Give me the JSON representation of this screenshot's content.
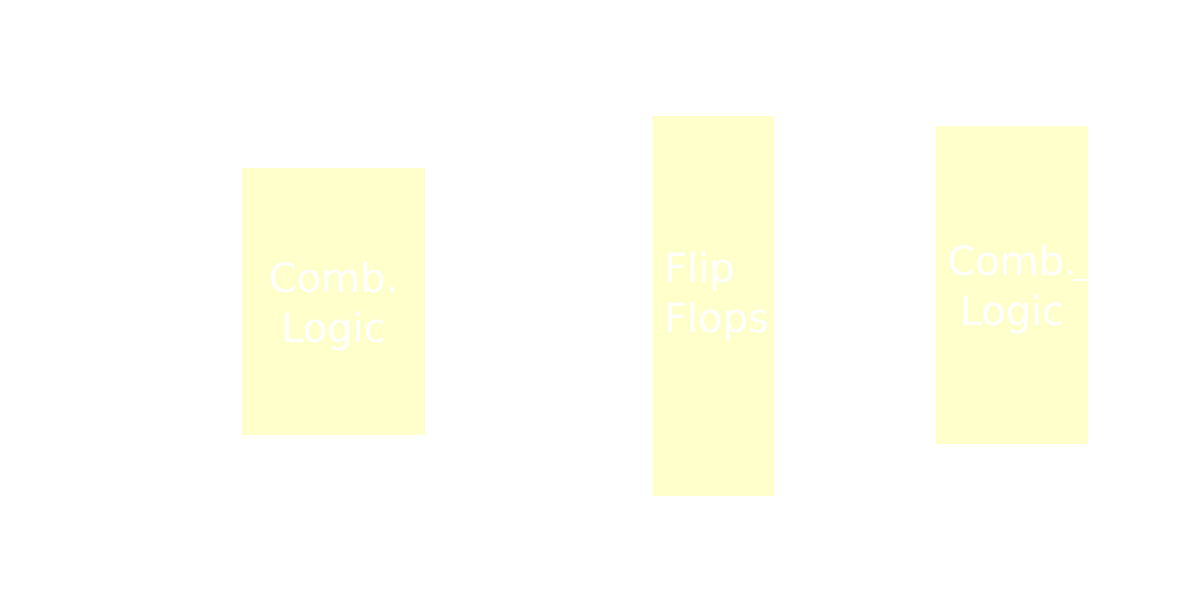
{
  "blocks": [
    {
      "line1": "Comb.",
      "line2": "Logic"
    },
    {
      "line1": "Flip",
      "line2": "Flops"
    },
    {
      "line1": "Comb.",
      "line2": "Logic"
    }
  ],
  "colors": {
    "background": "#ffffff",
    "block_fill": "#ffffcc",
    "label_text": "#ffffff"
  }
}
